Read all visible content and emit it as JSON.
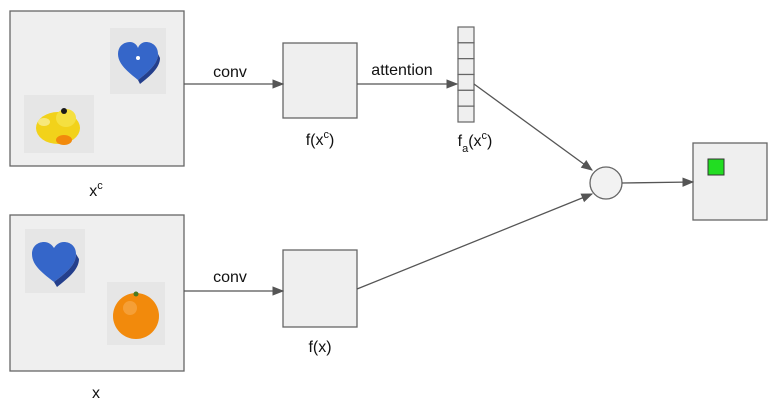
{
  "context_image": {
    "label_base": "x",
    "label_sup": "c"
  },
  "query_image": {
    "label": "x"
  },
  "edges": {
    "conv_top": "conv",
    "conv_bottom": "conv",
    "attention": "attention"
  },
  "feature_context": {
    "label_prefix": "f(x",
    "label_sup": "c",
    "label_suffix": ")"
  },
  "feature_query": {
    "label": "f(x)"
  },
  "attention_vector": {
    "label_f": "f",
    "label_sub": "a",
    "label_mid": "(x",
    "label_sup": "c",
    "label_end": ")",
    "cells": 6
  },
  "colors": {
    "output_marker": "#22dd22",
    "heart": "#3566c9",
    "orange": "#f28a0c",
    "chick": "#f2d21a"
  },
  "icons": [
    "heart-icon",
    "chick-toy-icon",
    "orange-fruit-icon"
  ]
}
